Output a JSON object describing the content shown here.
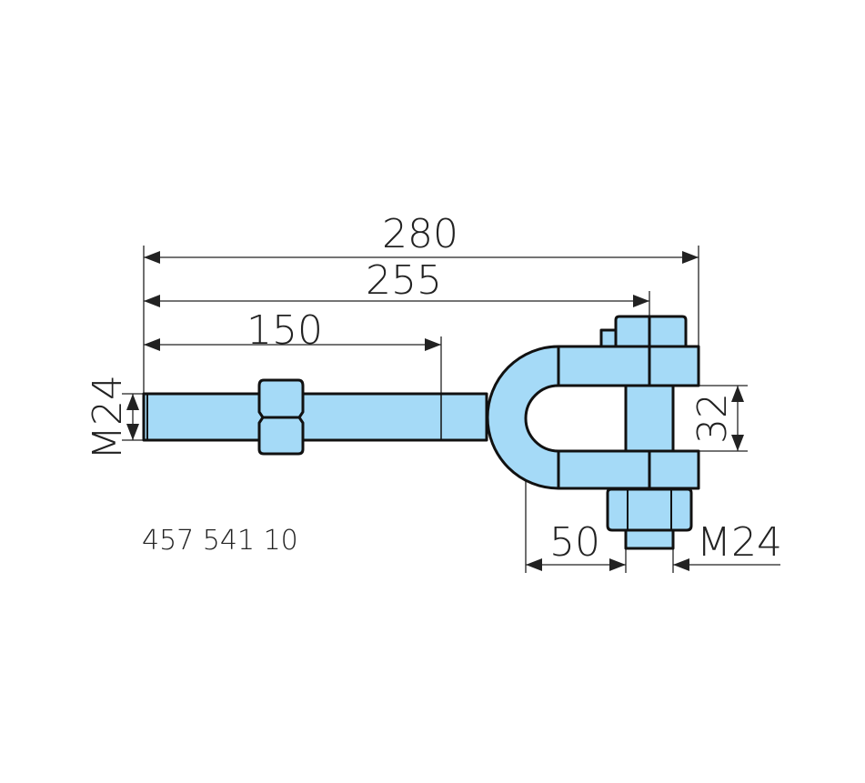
{
  "dimensions": {
    "overall_length": "280",
    "length_to_pin": "255",
    "thread_length": "150",
    "rod_thread": "M24",
    "jaw_opening": "32",
    "jaw_depth": "50",
    "pin_thread": "M24"
  },
  "part_number": "457 541 10",
  "colors": {
    "part_fill": "#a5daf7",
    "line": "#111111"
  }
}
